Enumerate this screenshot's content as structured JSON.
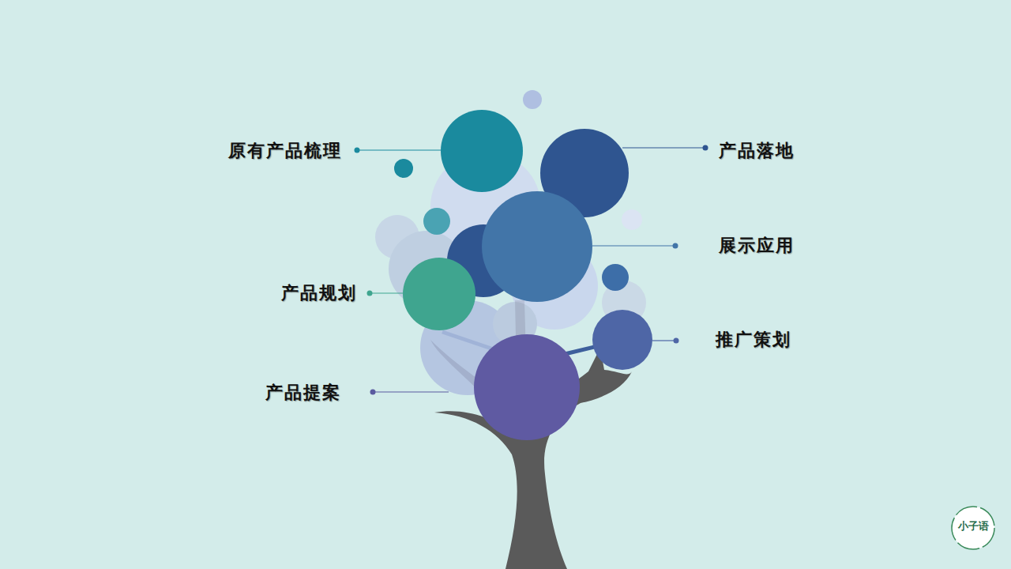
{
  "diagram": {
    "labels": [
      "原有产品梳理",
      "产品落地",
      "展示应用",
      "产品规划",
      "推广策划",
      "产品提案",
      "小子语"
    ]
  }
}
